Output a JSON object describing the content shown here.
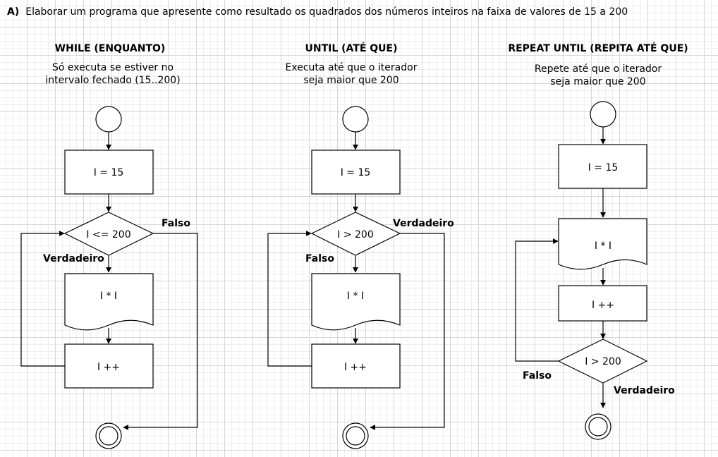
{
  "task": {
    "letter": "A)",
    "text": "Elaborar um programa que apresente como resultado os quadrados dos números inteiros na faixa de valores de 15 a 200"
  },
  "while": {
    "title": "WHILE (ENQUANTO)",
    "desc_line1": "Só executa se estiver no",
    "desc_line2": "intervalo fechado (15..200)",
    "init": "I = 15",
    "cond": "I <= 200",
    "out": "I * I",
    "inc": "I ++",
    "false_label": "Falso",
    "true_label": "Verdadeiro"
  },
  "until": {
    "title": "UNTIL (ATÉ QUE)",
    "desc_line1": "Executa até que o iterador",
    "desc_line2": "seja maior que 200",
    "init": "I = 15",
    "cond": "I > 200",
    "out": "I * I",
    "inc": "I ++",
    "true_label": "Verdadeiro",
    "false_label": "Falso"
  },
  "repeat": {
    "title": "REPEAT UNTIL (REPITA ATÉ QUE)",
    "desc_line1": "Repete até que o iterador",
    "desc_line2": "seja maior que 200",
    "init": "I = 15",
    "out": "I * I",
    "inc": "I ++",
    "cond": "I > 200",
    "false_label": "Falso",
    "true_label": "Verdadeiro"
  }
}
